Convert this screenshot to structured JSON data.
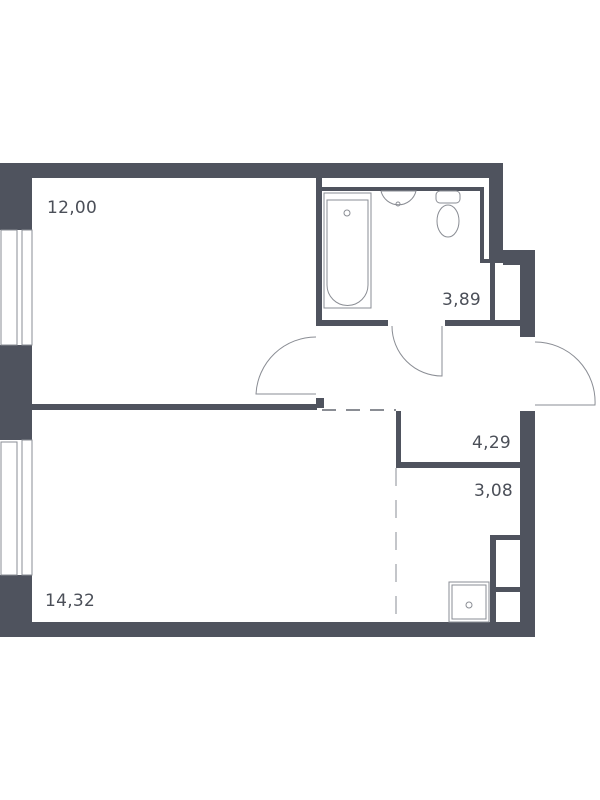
{
  "plan": {
    "wall_color": "#4f535e",
    "line_color": "#8a8d94",
    "rooms": [
      {
        "id": "room-1",
        "type": "room",
        "area": "12,00"
      },
      {
        "id": "bathroom",
        "type": "bathroom",
        "area": "3,89"
      },
      {
        "id": "hallway",
        "type": "hallway",
        "area": "4,29"
      },
      {
        "id": "kitchen",
        "type": "kitchen",
        "area": "3,08"
      },
      {
        "id": "room-2",
        "type": "room",
        "area": "14,32"
      }
    ]
  }
}
